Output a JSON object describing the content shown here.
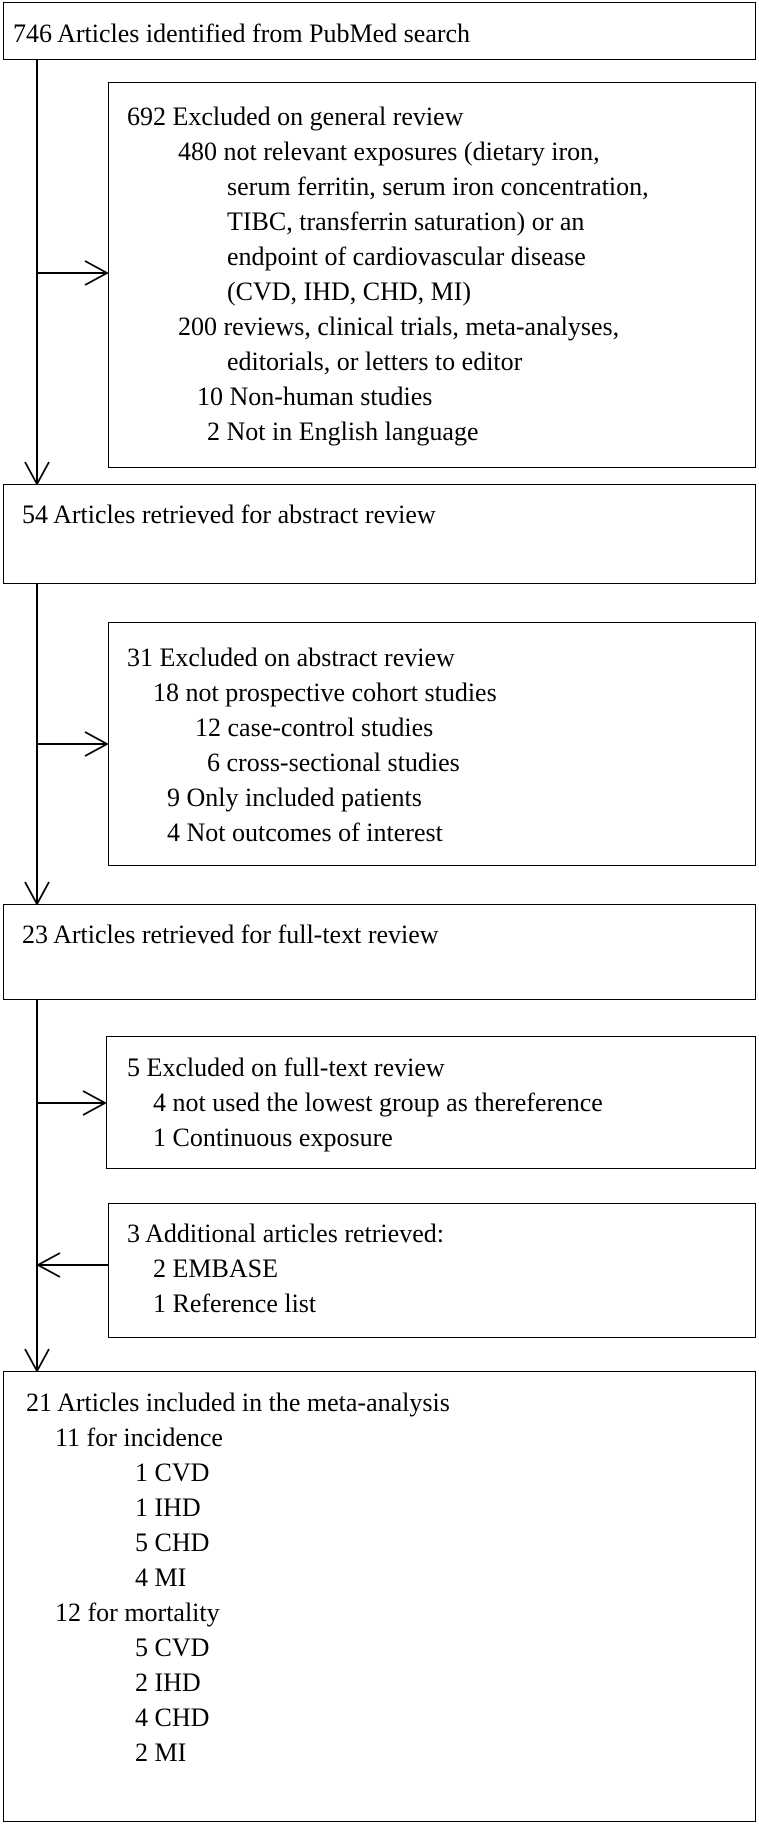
{
  "boxes": [
    {
      "id": "pubmed-search",
      "lines": [
        {
          "text": "746 Articles identified from PubMed search",
          "indent": 0
        }
      ]
    },
    {
      "id": "general-review-exclusions",
      "lines": [
        {
          "text": "692 Excluded on general review",
          "indent": 0
        },
        {
          "text": "480 not relevant exposures (dietary iron,",
          "indent": 1
        },
        {
          "text": "serum ferritin, serum iron concentration,",
          "indent": 2
        },
        {
          "text": "TIBC, transferrin saturation) or an",
          "indent": 2
        },
        {
          "text": "endpoint of cardiovascular disease",
          "indent": 2
        },
        {
          "text": "(CVD, IHD, CHD, MI)",
          "indent": 2
        },
        {
          "text": "200 reviews, clinical trials, meta-analyses,",
          "indent": 1
        },
        {
          "text": "editorials, or letters to editor",
          "indent": 2
        },
        {
          "text": "10 Non-human studies",
          "indent": 3
        },
        {
          "text": "2 Not in English language",
          "indent": 4
        }
      ]
    },
    {
      "id": "abstract-review",
      "lines": [
        {
          "text": "54 Articles retrieved for abstract review",
          "indent": 0
        }
      ]
    },
    {
      "id": "abstract-review-exclusions",
      "lines": [
        {
          "text": "31 Excluded on abstract review",
          "indent": 0
        },
        {
          "text": "18 not prospective cohort studies",
          "indent": 1
        },
        {
          "text": "12 case-control studies",
          "indent": 2
        },
        {
          "text": "6 cross-sectional studies",
          "indent": 3
        },
        {
          "text": "9 Only included patients",
          "indent": 4
        },
        {
          "text": "4 Not outcomes of interest",
          "indent": 4
        }
      ]
    },
    {
      "id": "full-text-review",
      "lines": [
        {
          "text": "23 Articles retrieved for full-text review",
          "indent": 0
        }
      ]
    },
    {
      "id": "full-text-review-exclusions",
      "lines": [
        {
          "text": "5 Excluded on full-text review",
          "indent": 0
        },
        {
          "text": "4 not used the lowest group as thereference",
          "indent": 1
        },
        {
          "text": "1 Continuous exposure",
          "indent": 1
        }
      ]
    },
    {
      "id": "additional-articles",
      "lines": [
        {
          "text": "3 Additional articles retrieved:",
          "indent": 0
        },
        {
          "text": "2 EMBASE",
          "indent": 1
        },
        {
          "text": "1 Reference list",
          "indent": 1
        }
      ]
    },
    {
      "id": "meta-analysis-included",
      "lines": [
        {
          "text": "21 Articles included in the meta-analysis",
          "indent": 0
        },
        {
          "text": "11 for incidence",
          "indent": 1
        },
        {
          "text": "1 CVD",
          "indent": 2
        },
        {
          "text": "1 IHD",
          "indent": 2
        },
        {
          "text": "5 CHD",
          "indent": 2
        },
        {
          "text": "4 MI",
          "indent": 2
        },
        {
          "text": "12 for mortality",
          "indent": 1
        },
        {
          "text": "5 CVD",
          "indent": 2
        },
        {
          "text": "2 IHD",
          "indent": 2
        },
        {
          "text": "4 CHD",
          "indent": 2
        },
        {
          "text": "2 MI",
          "indent": 2
        }
      ]
    }
  ],
  "edges": [
    {
      "from": "pubmed-search",
      "to": "abstract-review",
      "type": "flow"
    },
    {
      "from": "pubmed-search",
      "to": "general-review-exclusions",
      "type": "exclude"
    },
    {
      "from": "abstract-review",
      "to": "full-text-review",
      "type": "flow"
    },
    {
      "from": "abstract-review",
      "to": "abstract-review-exclusions",
      "type": "exclude"
    },
    {
      "from": "full-text-review",
      "to": "meta-analysis-included",
      "type": "flow"
    },
    {
      "from": "full-text-review",
      "to": "full-text-review-exclusions",
      "type": "exclude"
    },
    {
      "from": "additional-articles",
      "to": "meta-analysis-included",
      "type": "add"
    }
  ],
  "colors": {
    "line": "#000000",
    "background": "#ffffff",
    "text": "#000000"
  }
}
